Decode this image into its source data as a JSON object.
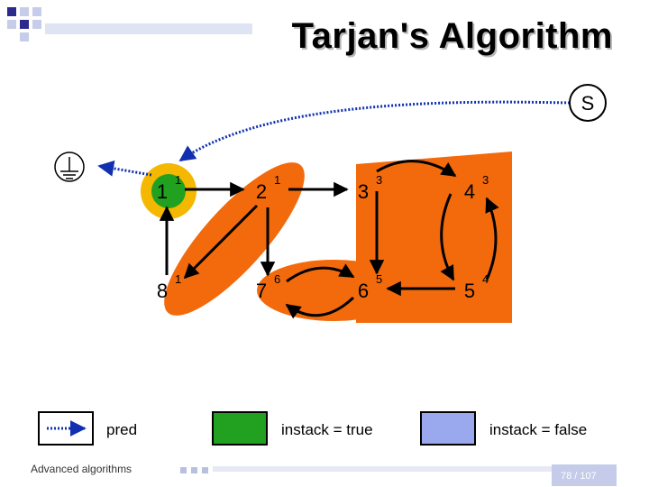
{
  "slide": {
    "title": "Tarjan's Algorithm",
    "footer": "Advanced algorithms",
    "page": "78 / 107"
  },
  "stack_label": "S",
  "nodes": [
    {
      "id": "1",
      "label": "1",
      "low": "1"
    },
    {
      "id": "2",
      "label": "2",
      "low": "1"
    },
    {
      "id": "3",
      "label": "3",
      "low": "3"
    },
    {
      "id": "4",
      "label": "4",
      "low": "3"
    },
    {
      "id": "5",
      "label": "5",
      "low": "4"
    },
    {
      "id": "6",
      "label": "6",
      "low": "5"
    },
    {
      "id": "7",
      "label": "7",
      "low": "6"
    },
    {
      "id": "8",
      "label": "8",
      "low": "1"
    }
  ],
  "edges": [
    {
      "from": "1",
      "to": "2"
    },
    {
      "from": "2",
      "to": "3"
    },
    {
      "from": "3",
      "to": "4"
    },
    {
      "from": "4",
      "to": "5"
    },
    {
      "from": "5",
      "to": "4"
    },
    {
      "from": "5",
      "to": "6"
    },
    {
      "from": "3",
      "to": "6"
    },
    {
      "from": "6",
      "to": "7"
    },
    {
      "from": "7",
      "to": "6"
    },
    {
      "from": "2",
      "to": "7"
    },
    {
      "from": "8",
      "to": "1"
    },
    {
      "from": "2",
      "to": "8"
    }
  ],
  "legend": {
    "pred": "pred",
    "instack_true": "instack = true",
    "instack_false": "instack = false"
  },
  "colors": {
    "scc": "#f26a0c",
    "current": "#f5b800",
    "instack_true": "#22a020",
    "instack_false": "#9aa8ee",
    "pred": "#1030b0",
    "deco_blue": "#2b2b8c",
    "deco_light": "#b8c4ea"
  }
}
